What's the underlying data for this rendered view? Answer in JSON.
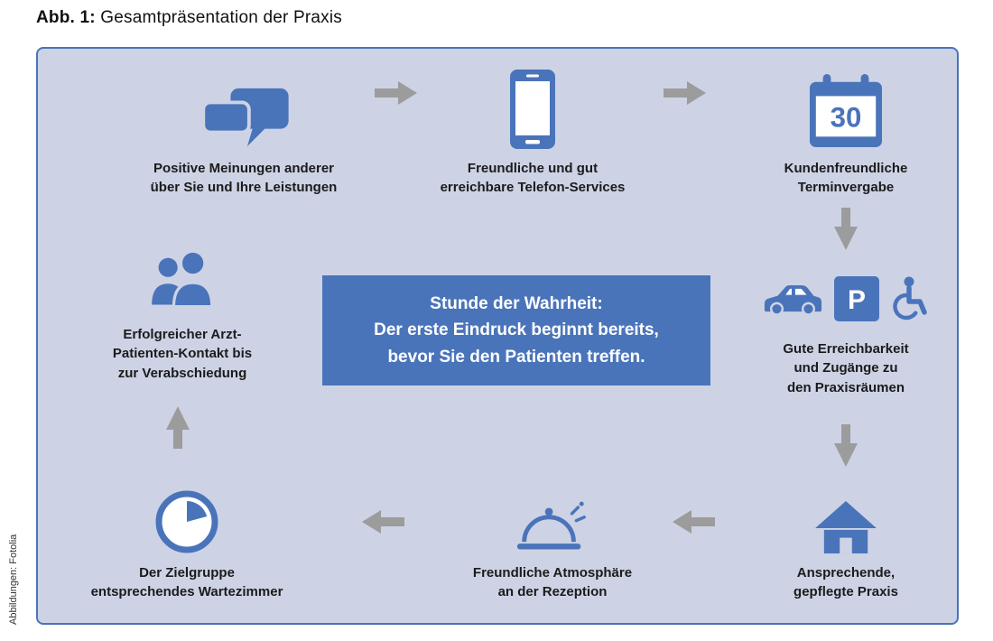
{
  "figure": {
    "caption_label": "Abb. 1:",
    "caption_title": "Gesamtpräsentation der Praxis",
    "credit": "Abbildungen: Fotolia"
  },
  "colors": {
    "diagram_bg": "#cdd3e5",
    "diagram_border": "#4a74ba",
    "icon_blue": "#4a74ba",
    "arrow_gray": "#9c9c9c",
    "center_bg": "#4a74ba",
    "center_text": "#ffffff",
    "label_text": "#1b1b1b"
  },
  "center_box": {
    "text": "Stunde der Wahrheit:\nDer erste Eindruck beginnt bereits,\nbevor Sie den Patienten treffen."
  },
  "nodes": [
    {
      "id": "meinungen",
      "icon": "speech-bubbles-icon",
      "label": "Positive Meinungen anderer\nüber Sie und Ihre Leistungen"
    },
    {
      "id": "telefon",
      "icon": "smartphone-icon",
      "label": "Freundliche und gut\nerreichbare Telefon-Services"
    },
    {
      "id": "termin",
      "icon": "calendar-icon",
      "calendar_day": "30",
      "label": "Kundenfreundliche\nTerminvergabe"
    },
    {
      "id": "erreichbarkeit",
      "icons": [
        "car-icon",
        "parking-sign-icon",
        "wheelchair-icon"
      ],
      "parking_letter": "P",
      "label": "Gute Erreichbarkeit\nund Zugänge zu\nden Praxisräumen"
    },
    {
      "id": "praxis",
      "icon": "house-icon",
      "label": "Ansprechende,\ngepflegte Praxis"
    },
    {
      "id": "rezeption",
      "icon": "reception-bell-icon",
      "label": "Freundliche Atmosphäre\nan der Rezeption"
    },
    {
      "id": "wartezimmer",
      "icon": "clock-icon",
      "label": "Der Zielgruppe\nentsprechendes Wartezimmer"
    },
    {
      "id": "kontakt",
      "icon": "people-icon",
      "label": "Erfolgreicher Arzt-\nPatienten-Kontakt bis\nzur Verabschiedung"
    }
  ],
  "flow_arrows": [
    "right",
    "right",
    "down",
    "down",
    "left",
    "left",
    "up"
  ]
}
